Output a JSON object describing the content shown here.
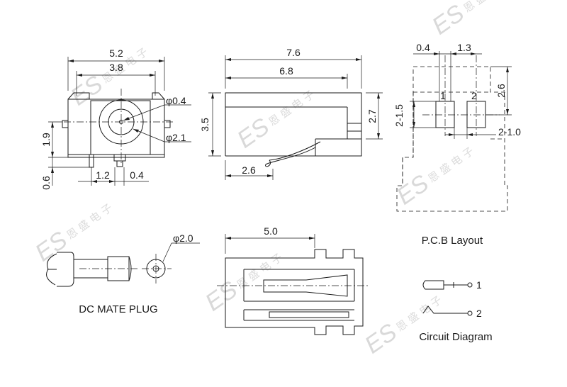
{
  "dimensions": {
    "front_width_outer": "5.2",
    "front_width_inner": "3.8",
    "pin_diameter": "φ0.4",
    "hole_diameter": "φ2.1",
    "front_height": "1.9",
    "pin_offset": "0.6",
    "pin_spacing": "1.2",
    "pin_width": "0.4",
    "side_length_outer": "7.6",
    "side_length_inner": "6.8",
    "side_height_left": "3.5",
    "side_height_right": "2.7",
    "side_tab_length": "2.6",
    "pcb_pad_width": "0.4",
    "pcb_pad_spacing": "1.3",
    "pcb_pad_height": "2-1.5",
    "pcb_height": "2.6",
    "pcb_pad_gap": "2-1.0",
    "pcb_pad_1": "1",
    "pcb_pad_2": "2",
    "plug_diameter": "φ2.0",
    "bottom_length": "5.0"
  },
  "labels": {
    "pcb_layout": "P.C.B Layout",
    "dc_mate_plug": "DC MATE PLUG",
    "circuit_diagram": "Circuit Diagram",
    "circuit_pin_1": "1",
    "circuit_pin_2": "2"
  },
  "watermark": {
    "logo_text": "ES",
    "chinese_text": "恩 盛 电 子"
  }
}
